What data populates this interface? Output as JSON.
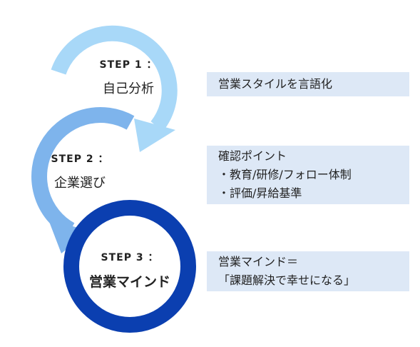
{
  "steps": [
    {
      "number": "STEP 1 ：",
      "title": "自己分析",
      "color": "#a8d8f8"
    },
    {
      "number": "STEP 2 ：",
      "title": "企業選び",
      "color": "#7eb4ec"
    },
    {
      "number": "STEP 3 ：",
      "title": "営業マインド",
      "color": "#0b3fb0"
    }
  ],
  "notes": {
    "note1": {
      "line1": "営業スタイルを言語化"
    },
    "note2": {
      "line1": "確認ポイント",
      "line2": "・教育/研修/フォロー体制",
      "line3": "・評価/昇給基準"
    },
    "note3": {
      "line1": "営業マインド＝",
      "line2": "「課題解決で幸せになる」"
    }
  },
  "colors": {
    "note_bg": "#dde8f6",
    "text": "#222222"
  }
}
